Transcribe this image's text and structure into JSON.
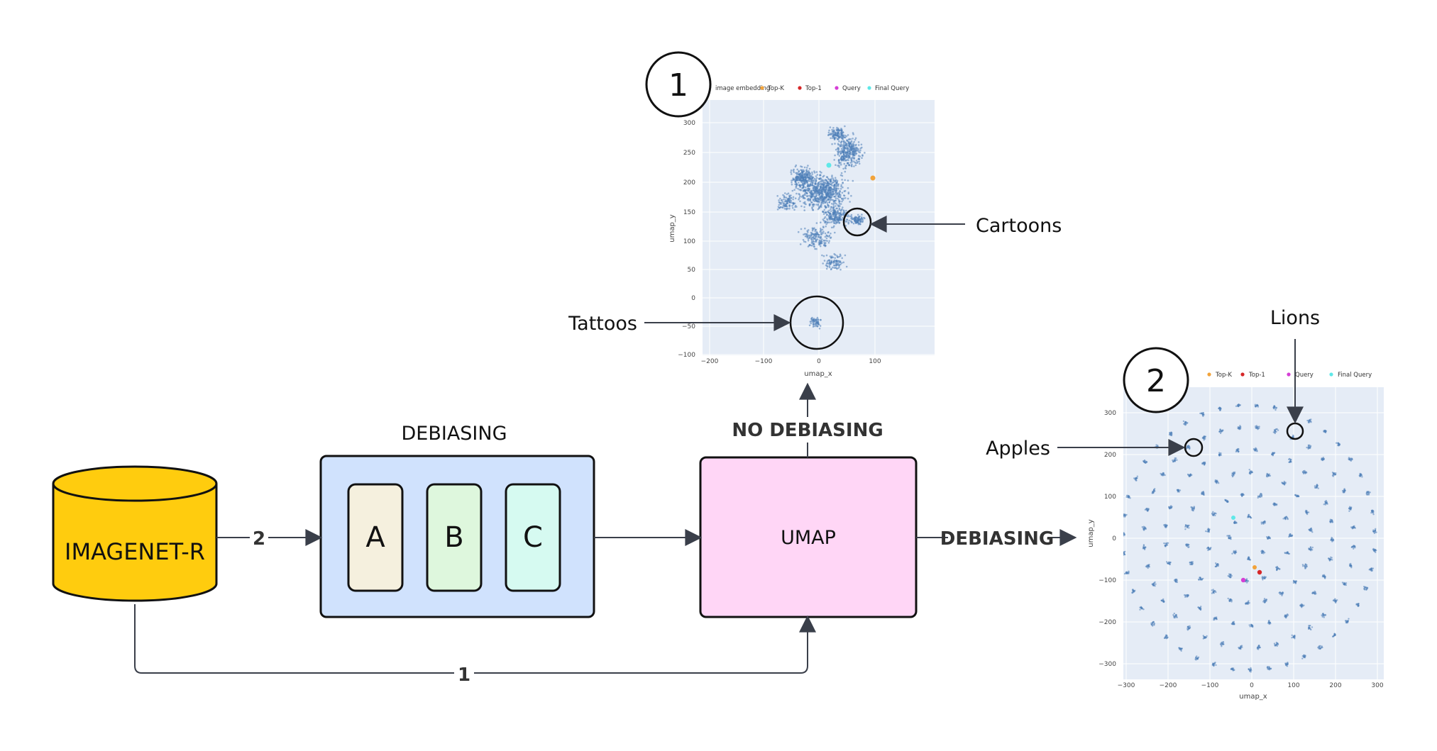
{
  "database": {
    "label": "IMAGENET-R",
    "color": "#FFCC0E"
  },
  "debiasing": {
    "title": "DEBIASING",
    "modules": [
      {
        "label": "A",
        "color": "#F5F0DE"
      },
      {
        "label": "B",
        "color": "#DEF7DD"
      },
      {
        "label": "C",
        "color": "#D6FAF1"
      }
    ],
    "color": "#D0E2FD"
  },
  "umap": {
    "label": "UMAP",
    "color": "#FFD6F6"
  },
  "edges": {
    "path_1_label": "1",
    "path_2_label": "2",
    "no_debiasing_label": "NO DEBIASING",
    "debiasing_label": "DEBIASING"
  },
  "plot_1": {
    "number": "1",
    "legend": [
      "image embedding",
      "Top-K",
      "Top-1",
      "Query",
      "Final Query"
    ],
    "legend_colors": [
      "#4f7fb8",
      "#F2A33A",
      "#D62728",
      "#D63ED6",
      "#5FE8E8"
    ],
    "xlabel": "umap_x",
    "ylabel": "umap_y",
    "xticks": [
      "−200",
      "−100",
      "0",
      "100"
    ],
    "yticks": [
      "300",
      "250",
      "200",
      "150",
      "100",
      "50",
      "0",
      "−50",
      "−100"
    ],
    "annotations": [
      "Cartoons",
      "Tattoos"
    ]
  },
  "plot_2": {
    "number": "2",
    "legend": [
      "Top-K",
      "Top-1",
      "Query",
      "Final Query"
    ],
    "legend_colors": [
      "#F2A33A",
      "#D62728",
      "#D63ED6",
      "#5FE8E8"
    ],
    "xlabel": "umap_x",
    "ylabel": "umap_y",
    "xticks": [
      "−300",
      "−200",
      "−100",
      "0",
      "100",
      "200",
      "300"
    ],
    "yticks": [
      "300",
      "200",
      "100",
      "0",
      "−100",
      "−200",
      "−300"
    ],
    "annotations": [
      "Apples",
      "Lions"
    ]
  }
}
